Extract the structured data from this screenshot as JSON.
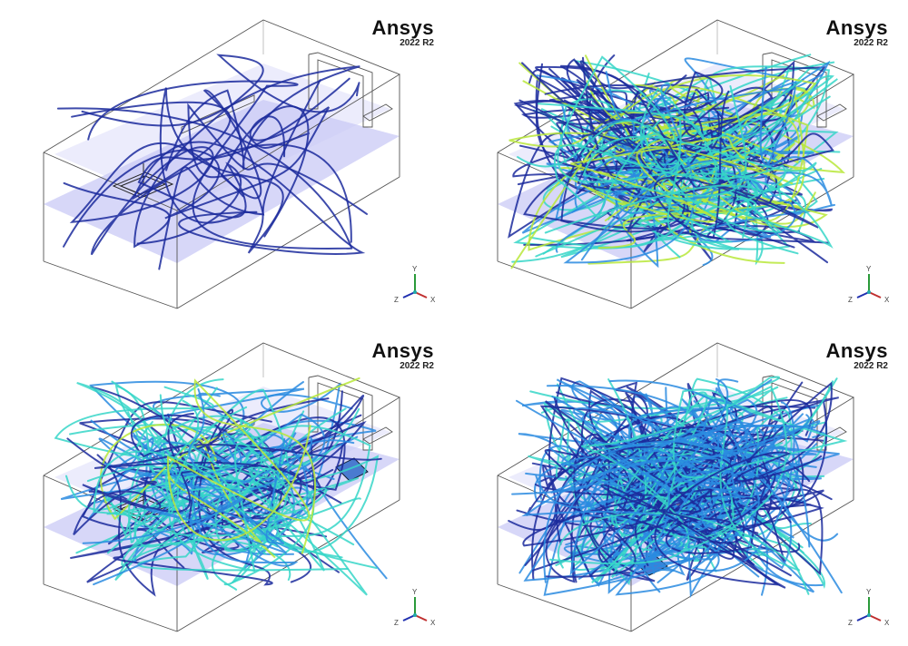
{
  "logo": {
    "brand": "Ansys",
    "version": "2022 R2"
  },
  "axes": {
    "x": "X",
    "y": "Y",
    "z": "Z"
  },
  "colors": {
    "edge": "#555555",
    "floor": "#c9c9f5",
    "slow": "#1b2a9c",
    "mid": "#2a8be0",
    "fast": "#36d6c8",
    "peak": "#b8e83a"
  },
  "panels": [
    {
      "id": "case-1",
      "streamlines": 10,
      "intensity": 0.1
    },
    {
      "id": "case-2",
      "streamlines": 70,
      "intensity": 0.7
    },
    {
      "id": "case-3",
      "streamlines": 45,
      "intensity": 0.6
    },
    {
      "id": "case-4",
      "streamlines": 80,
      "intensity": 0.5
    }
  ]
}
